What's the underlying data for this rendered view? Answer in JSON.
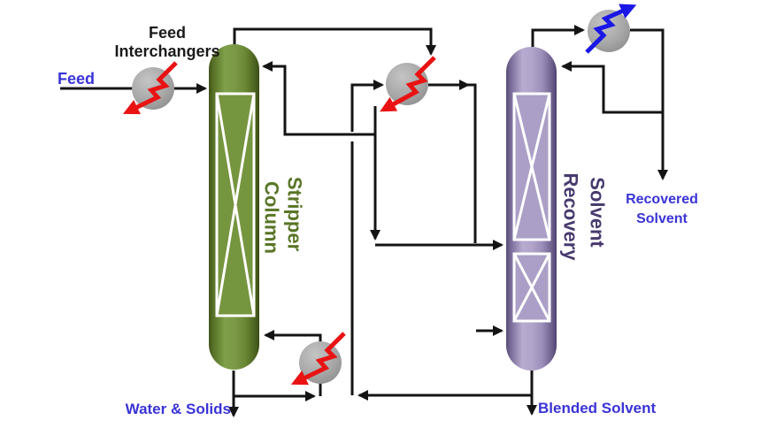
{
  "diagram": {
    "kind": "process-flow-diagram",
    "labels": {
      "feed_interchangers": [
        "Feed",
        "Interchangers"
      ],
      "feed": "Feed",
      "stripper_column": [
        "Stripper",
        "Column"
      ],
      "solvent_recovery": [
        "Solvent",
        "Recovery"
      ],
      "recovered_solvent": [
        "Recovered",
        "Solvent"
      ],
      "water_and_solids": "Water & Solids",
      "blended_solvent": "Blended Solvent"
    }
  },
  "colors": {
    "line": "#141414",
    "hot": "#e91313",
    "cold": "#1a18e6",
    "stream-label": "#3a33d6",
    "black-label": "#1a1a1a",
    "stripper-fill": "#74923e",
    "stripper-label": "#5a7526",
    "solvent-fill": "#ab9ec6",
    "solvent-label": "#483a6e",
    "exchanger-fill": "#a9a9a9"
  }
}
